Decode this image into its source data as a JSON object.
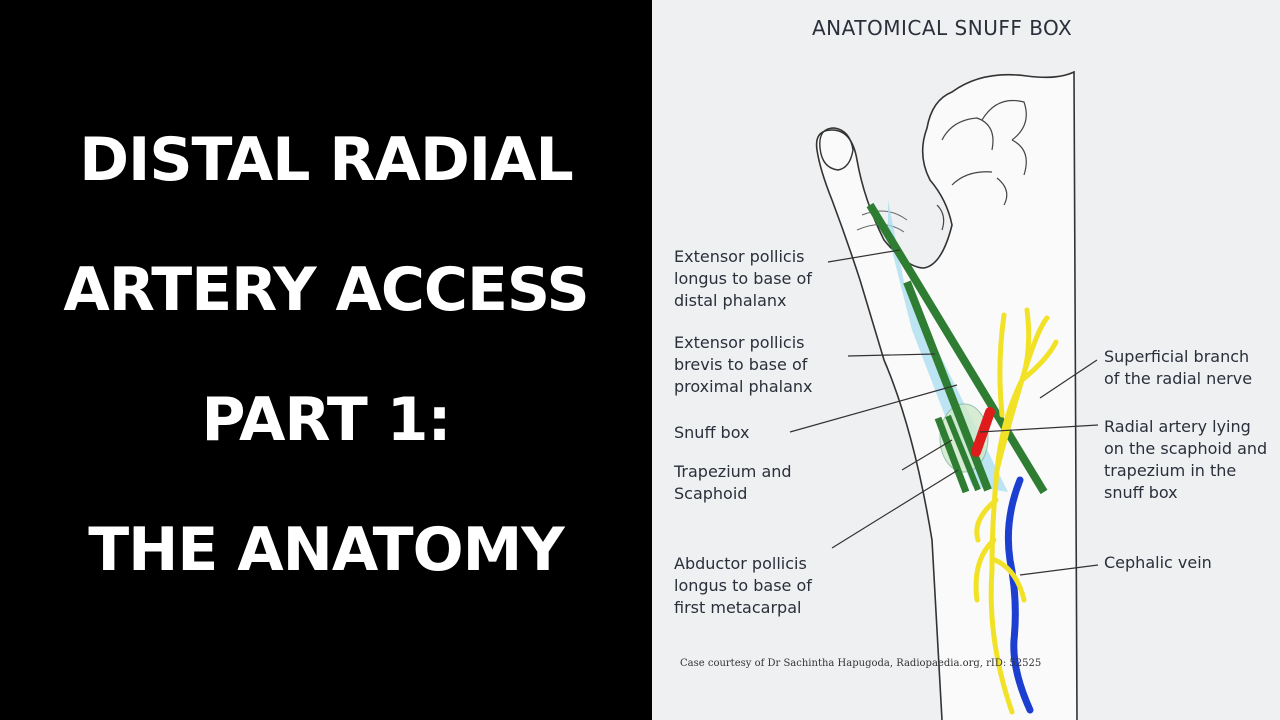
{
  "title": {
    "lines": [
      "DISTAL RADIAL",
      "ARTERY ACCESS",
      "PART 1:",
      "THE ANATOMY"
    ]
  },
  "diagram": {
    "heading": "ANATOMICAL SNUFF BOX",
    "labels": {
      "epl": "Extensor pollicis\nlongus to base of\ndistal phalanx",
      "epb": "Extensor pollicis\nbrevis to base of\nproximal phalanx",
      "snuff_box": "Snuff box",
      "trapezium": "Trapezium and\nScaphoid",
      "apl": "Abductor pollicis\nlongus to base of\nfirst metacarpal",
      "nerve": "Superficial branch\nof the radial nerve",
      "artery": "Radial artery lying\non the scaphoid and\ntrapezium in the\nsnuff box",
      "vein": "Cephalic vein"
    },
    "credit": "Case courtesy of Dr Sachintha Hapugoda, Radiopaedia.org, rID: 52525",
    "colors": {
      "tendon": "#2e7d32",
      "nerve": "#f2e227",
      "artery": "#e01b1b",
      "vein": "#1d3fd1",
      "snuff_box_fill": "#a8dcef"
    }
  }
}
